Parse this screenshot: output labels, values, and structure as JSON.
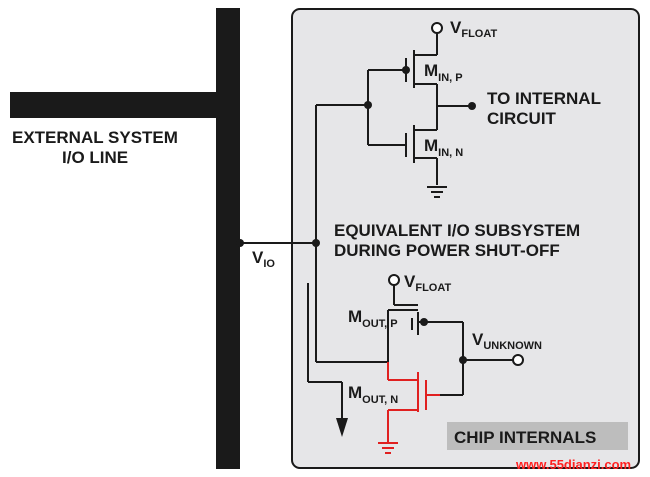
{
  "labels": {
    "external_line_1": "EXTERNAL SYSTEM",
    "external_line_2": "I/O LINE",
    "vio_main": "V",
    "vio_sub": "IO",
    "vfloat_top_main": "V",
    "vfloat_top_sub": "FLOAT",
    "min_p_main": "M",
    "min_p_sub": "IN, P",
    "min_n_main": "M",
    "min_n_sub": "IN, N",
    "to_internal_1": "TO INTERNAL",
    "to_internal_2": "CIRCUIT",
    "equivalent_1": "EQUIVALENT I/O SUBSYSTEM",
    "equivalent_2": "DURING POWER SHUT-OFF",
    "vfloat_bot_main": "V",
    "vfloat_bot_sub": "FLOAT",
    "mout_p_main": "M",
    "mout_p_sub": "OUT, P",
    "mout_n_main": "M",
    "mout_n_sub": "OUT, N",
    "vunknown_main": "V",
    "vunknown_sub": "UNKNOWN",
    "chip_internals": "CHIP INTERNALS",
    "watermark": "www.55dianzi.com"
  },
  "colors": {
    "wire": "#1a1a1a",
    "panel": "#e6e6e8",
    "chip_label_bg": "#bdbdbd",
    "highlight": "#e02020",
    "watermark": "#ff2020"
  }
}
